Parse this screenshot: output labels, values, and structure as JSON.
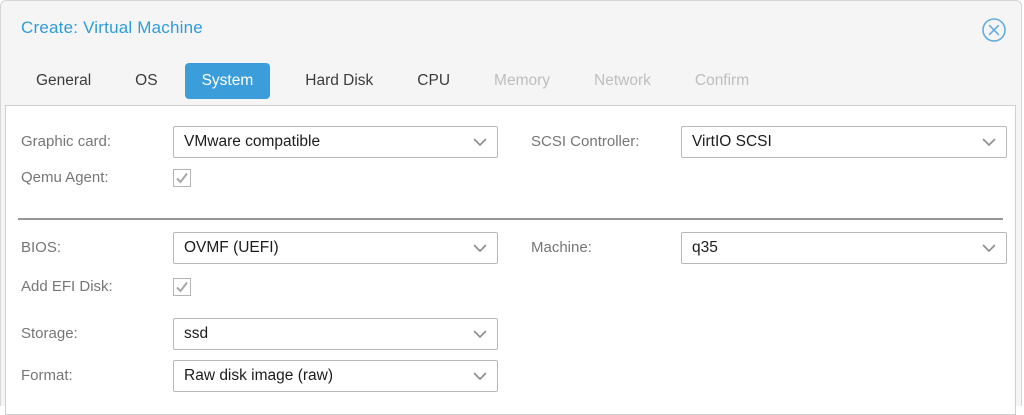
{
  "dialog": {
    "title": "Create: Virtual Machine"
  },
  "tabs": [
    {
      "label": "General",
      "state": "normal"
    },
    {
      "label": "OS",
      "state": "normal"
    },
    {
      "label": "System",
      "state": "active"
    },
    {
      "label": "Hard Disk",
      "state": "normal"
    },
    {
      "label": "CPU",
      "state": "normal"
    },
    {
      "label": "Memory",
      "state": "disabled"
    },
    {
      "label": "Network",
      "state": "disabled"
    },
    {
      "label": "Confirm",
      "state": "disabled"
    }
  ],
  "form": {
    "graphic_card": {
      "label": "Graphic card:",
      "value": "VMware compatible",
      "type": "select"
    },
    "qemu_agent": {
      "label": "Qemu Agent:",
      "checked": true,
      "type": "checkbox"
    },
    "scsi_controller": {
      "label": "SCSI Controller:",
      "value": "VirtIO SCSI",
      "type": "select"
    },
    "bios": {
      "label": "BIOS:",
      "value": "OVMF (UEFI)",
      "type": "select"
    },
    "machine": {
      "label": "Machine:",
      "value": "q35",
      "type": "select"
    },
    "add_efi_disk": {
      "label": "Add EFI Disk:",
      "checked": true,
      "type": "checkbox"
    },
    "storage": {
      "label": "Storage:",
      "value": "ssd",
      "type": "select"
    },
    "format": {
      "label": "Format:",
      "value": "Raw disk image (raw)",
      "type": "select"
    }
  },
  "icons": {
    "close": "circled-x-icon",
    "dropdown": "chevron-down-icon",
    "check": "checkmark-icon"
  },
  "colors": {
    "title_blue": "#2f9cda",
    "active_tab_blue": "#3b9edb",
    "header_bg": "#f5f5f5",
    "panel_bg": "#ffffff",
    "label_grey": "#767676",
    "field_text": "#1c1c1c",
    "combo_border": "#b8b8b8",
    "disabled_tab": "#bcbebf",
    "divider_grey": "#969696"
  }
}
